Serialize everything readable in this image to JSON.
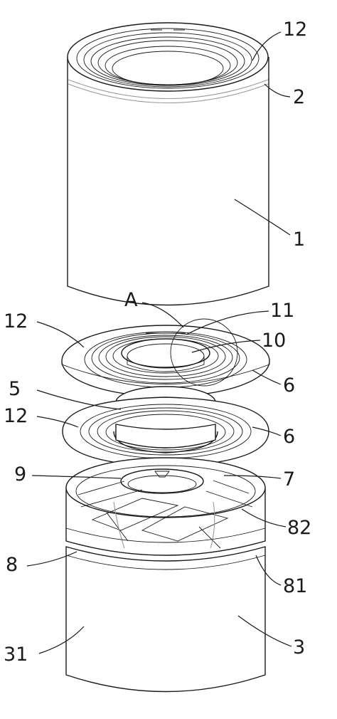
{
  "labels": {
    "l12_top": "12",
    "l2": "2",
    "l1": "1",
    "lA": "A",
    "l11": "11",
    "l12_left1": "12",
    "l10": "10",
    "l6_upper": "6",
    "l5": "5",
    "l12_left2": "12",
    "l6_lower": "6",
    "l9": "9",
    "l7": "7",
    "l82": "82",
    "l8": "8",
    "l81": "81",
    "l3": "3",
    "l31": "31"
  }
}
